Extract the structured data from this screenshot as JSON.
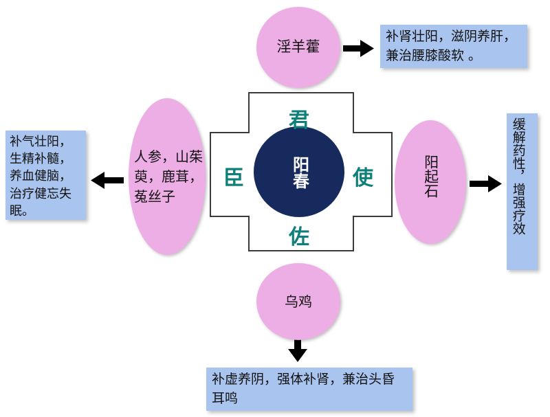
{
  "center": {
    "label": "阳春"
  },
  "roles": {
    "top": "君",
    "left": "臣",
    "right": "使",
    "bottom": "佐"
  },
  "herbs": {
    "top": "淫羊藿",
    "left": "人参，山茱萸，鹿茸，菟丝子",
    "right": "阳起石",
    "bottom": "乌鸡"
  },
  "effects": {
    "top": "补肾壮阳，滋阴养肝，兼治腰膝酸软 。",
    "left": "补气壮阳，生精补髓，养血健脑，治疗健忘失眠。",
    "right": "缓解药性，增强疗效",
    "bottom": "补虚养阴，强体补肾，兼治头昏耳鸣"
  },
  "colors": {
    "herb_fill": "#edaee6",
    "effect_fill": "#a9c4ee",
    "center_fill": "#162a5e",
    "role_text": "#0f7f7a",
    "cross_outline": "#3a3a3a"
  }
}
